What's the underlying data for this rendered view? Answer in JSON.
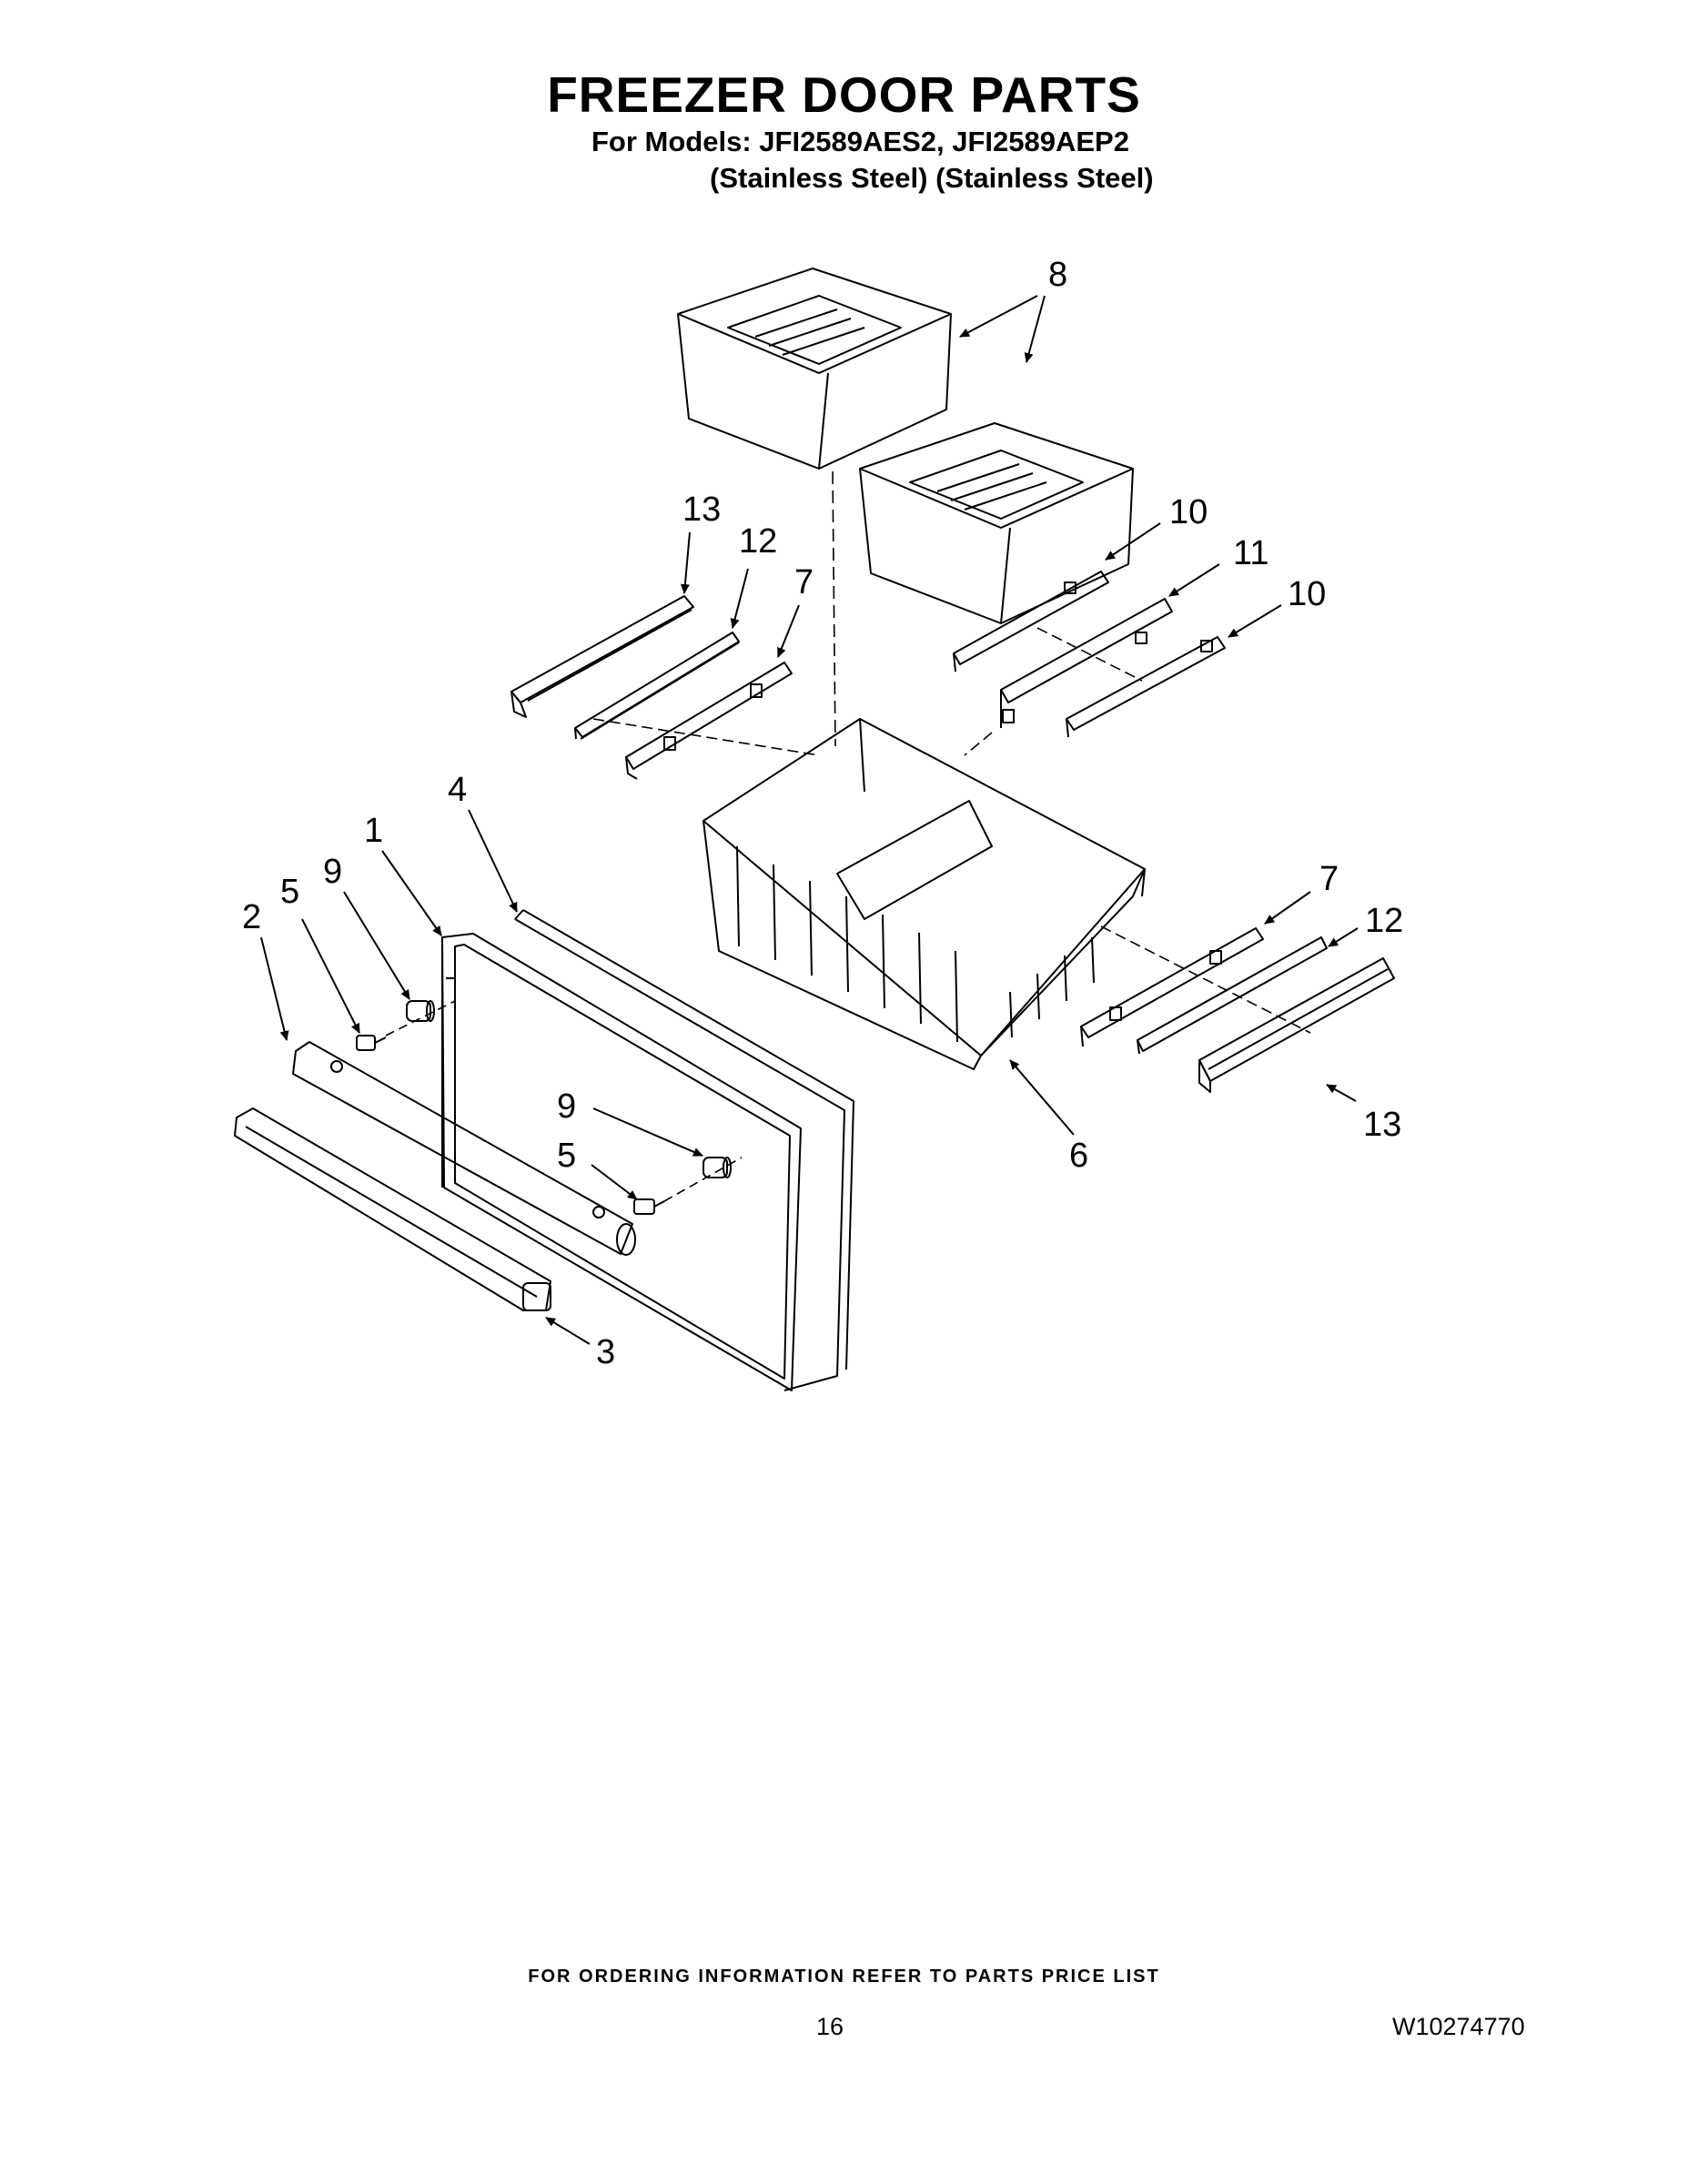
{
  "header": {
    "title": "FREEZER DOOR PARTS",
    "models_line": "For Models: JFI2589AES2, JFI2589AEP2",
    "finish_line": "(Stainless Steel) (Stainless Steel)"
  },
  "callouts": {
    "handle": "2",
    "end_cap": "3",
    "stud_a": "5",
    "spacer_a": "9",
    "door": "1",
    "gasket": "4",
    "stud_b": "5",
    "spacer_b": "9",
    "basket": "6",
    "slide_left": "7",
    "rail_left": "12",
    "cover_left": "13",
    "bins": "8",
    "slide_top_a": "10",
    "rail_top": "11",
    "slide_top_b": "10",
    "slide_right": "7",
    "rail_right": "12",
    "cover_right": "13"
  },
  "footer": {
    "ordering_note": "FOR ORDERING INFORMATION REFER TO PARTS PRICE LIST",
    "page_number": "16",
    "document_number": "W10274770"
  }
}
